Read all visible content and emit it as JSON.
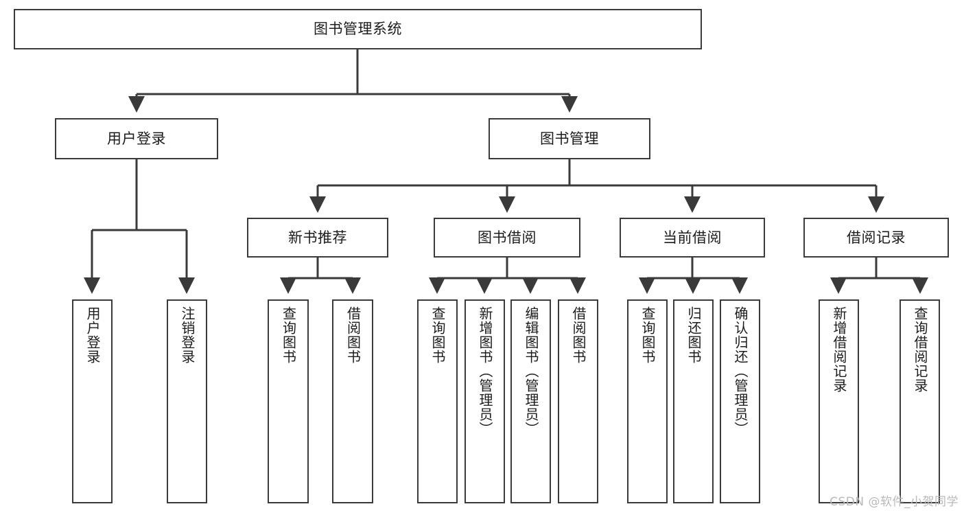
{
  "diagram": {
    "title": "图书管理系统",
    "type": "tree-hierarchy",
    "watermark": "CSDN @软件_小贺同学",
    "colors": {
      "stroke": "#3a3a3a",
      "fill": "#ffffff",
      "text": "#1c1c1c",
      "watermark": "#b9b9b9"
    },
    "root": {
      "label": "图书管理系统"
    },
    "level1": [
      {
        "label": "用户登录"
      },
      {
        "label": "图书管理"
      }
    ],
    "level2": [
      {
        "label": "新书推荐"
      },
      {
        "label": "图书借阅"
      },
      {
        "label": "当前借阅"
      },
      {
        "label": "借阅记录"
      }
    ],
    "leaves": {
      "user_login": [
        {
          "label": "用户登录"
        },
        {
          "label": "注销登录"
        }
      ],
      "new_book_recommend": [
        {
          "label": "查询图书"
        },
        {
          "label": "借阅图书"
        }
      ],
      "book_borrow": [
        {
          "label": "查询图书"
        },
        {
          "label": "新增图书（管理员）"
        },
        {
          "label": "编辑图书（管理员）"
        },
        {
          "label": "借阅图书"
        }
      ],
      "current_borrow": [
        {
          "label": "查询图书"
        },
        {
          "label": "归还图书"
        },
        {
          "label": "确认归还（管理员）"
        }
      ],
      "borrow_record": [
        {
          "label": "新增借阅记录"
        },
        {
          "label": "查询借阅记录"
        }
      ]
    }
  }
}
